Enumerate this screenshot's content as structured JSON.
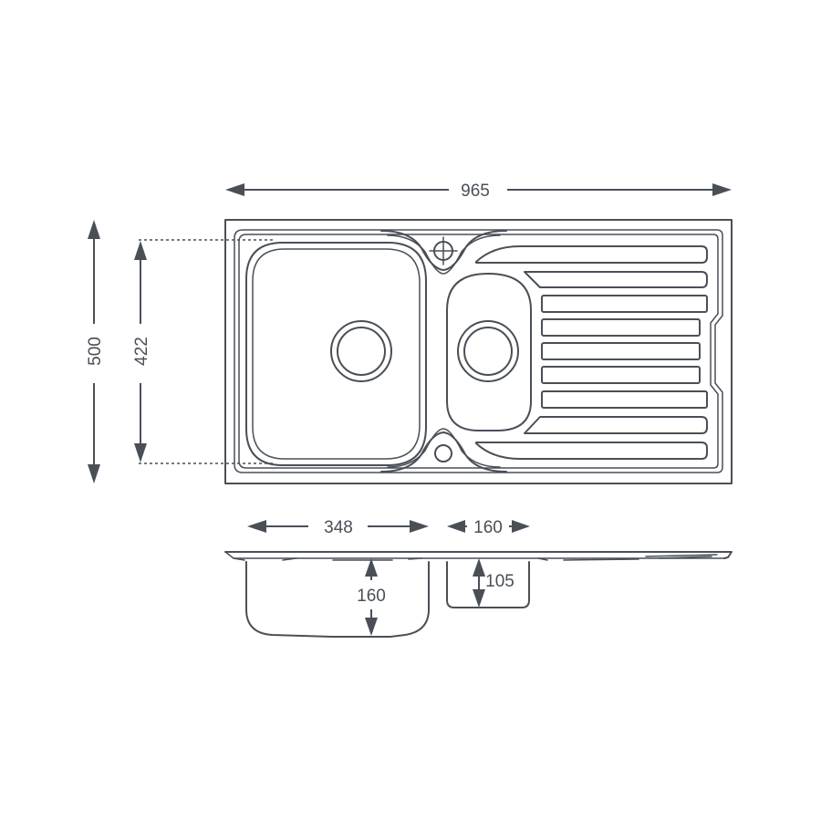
{
  "dimensions": {
    "overall_width": "965",
    "overall_depth": "500",
    "bowl_depth": "422",
    "main_bowl_width": "348",
    "half_bowl_width": "160",
    "main_bowl_height": "160",
    "half_bowl_height": "105"
  },
  "colors": {
    "line": "#4a4f57",
    "background": "#ffffff"
  }
}
